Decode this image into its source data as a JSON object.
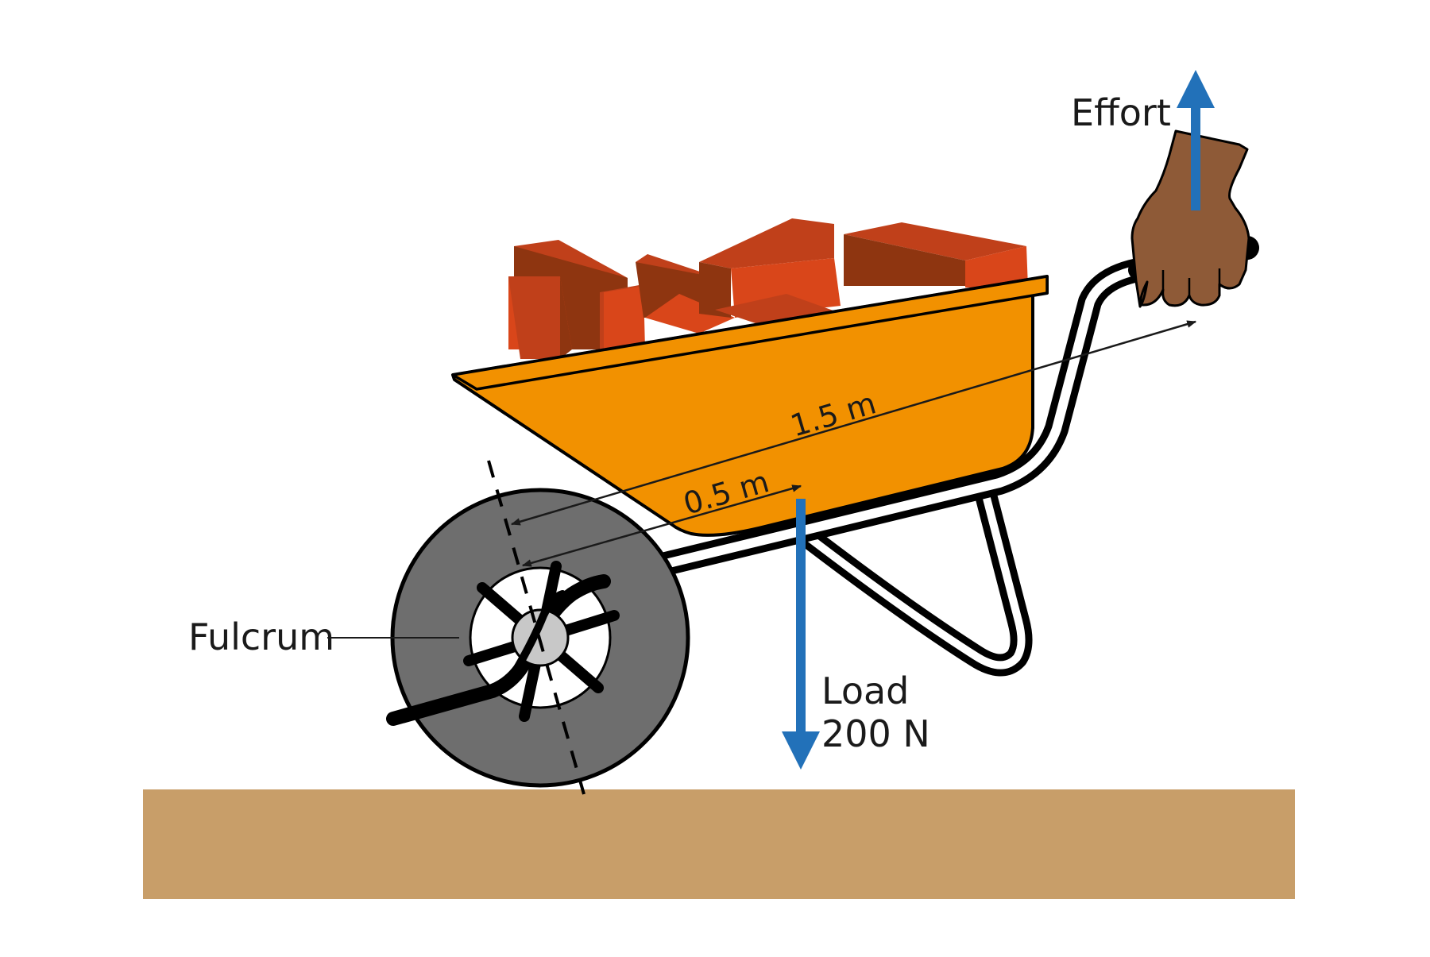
{
  "labels": {
    "effort": "Effort",
    "fulcrum": "Fulcrum",
    "load_line1": "Load",
    "load_line2": "200 N",
    "long_arm": "1.5 m",
    "short_arm": "0.5 m"
  },
  "colors": {
    "tray": "#F29100",
    "brick_light": "#D9461A",
    "brick_mid": "#C0401A",
    "brick_dark": "#8E3510",
    "frame": "#000000",
    "tyre": "#6E6E6E",
    "hub": "#C8C8C8",
    "ground": "#C89E69",
    "hand": "#8E5A37",
    "arrow": "#2271B9"
  },
  "icons": {
    "hand": "hand-gripping-handle-icon",
    "wheel": "wheel-icon",
    "bricks": "brick-pile-icon"
  }
}
